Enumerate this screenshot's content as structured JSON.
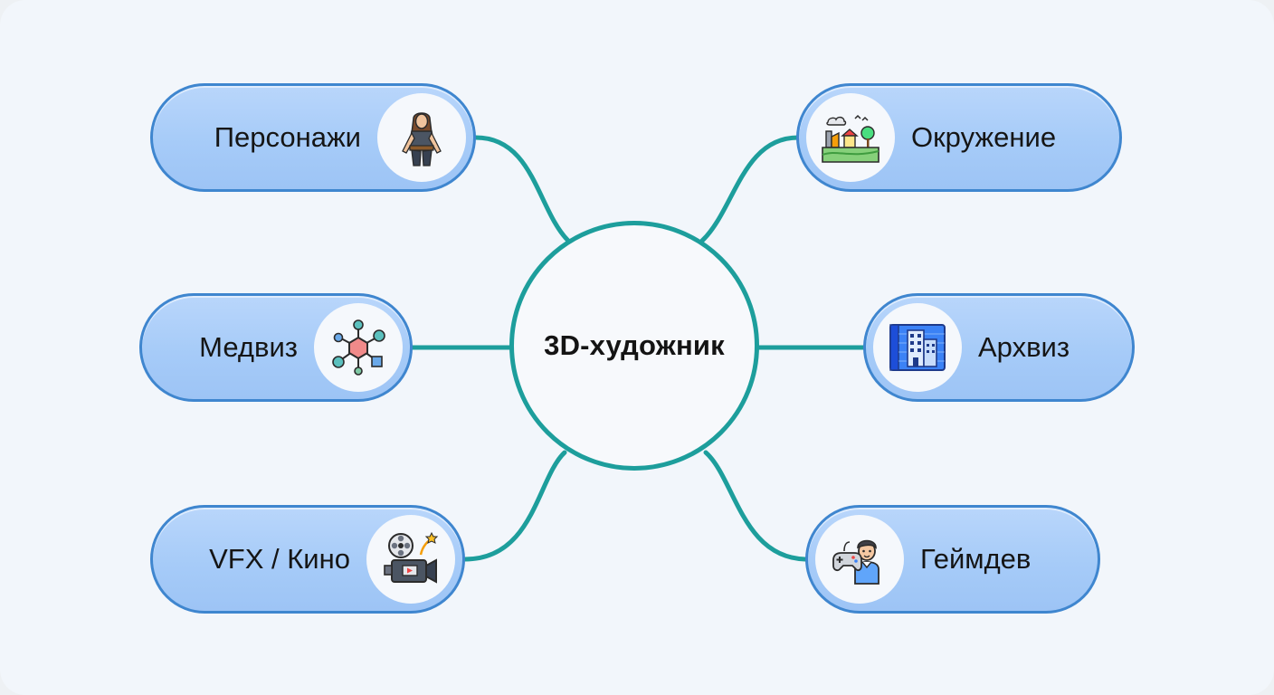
{
  "center": {
    "label": "3D-художник"
  },
  "nodes": [
    {
      "id": "characters",
      "label": "Персонажи",
      "side": "left",
      "icon": "character-icon"
    },
    {
      "id": "medviz",
      "label": "Медвиз",
      "side": "left",
      "icon": "molecule-icon"
    },
    {
      "id": "vfx",
      "label": "VFX / Кино",
      "side": "left",
      "icon": "film-camera-icon"
    },
    {
      "id": "environment",
      "label": "Окружение",
      "side": "right",
      "icon": "landscape-icon"
    },
    {
      "id": "archviz",
      "label": "Архвиз",
      "side": "right",
      "icon": "building-blueprint-icon"
    },
    {
      "id": "gamedev",
      "label": "Геймдев",
      "side": "right",
      "icon": "gamer-icon"
    }
  ],
  "colors": {
    "connector": "#1d9e9c",
    "node_border": "#3f86cf",
    "node_fill": "#a6cbf8",
    "background": "#f2f6fb"
  }
}
